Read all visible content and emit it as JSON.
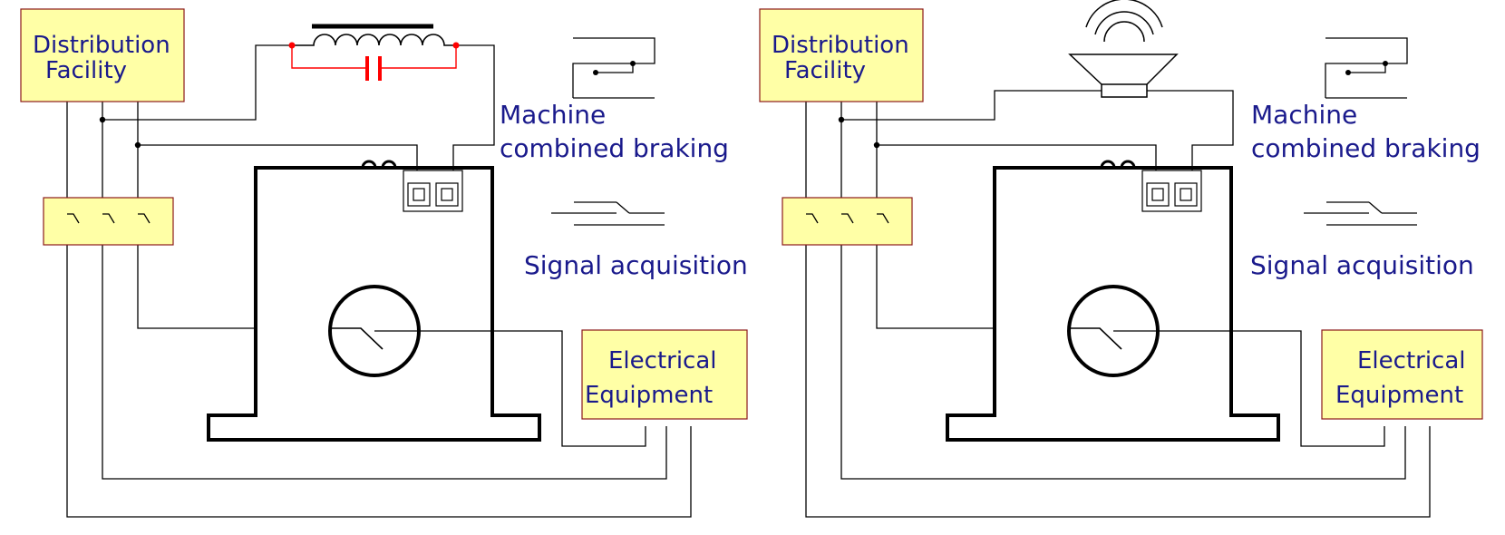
{
  "colors": {
    "box_fill": "#ffffa6",
    "box_stroke": "#8b1a1a",
    "text": "#1a1a8c",
    "wire": "#000000",
    "filter": "#ff0000"
  },
  "panels": [
    {
      "icon": "inductor-capacitor-filter-icon",
      "distribution": {
        "line1": "Distribution",
        "line2": "Facility"
      },
      "machine": {
        "line1": "Machine",
        "line2": "combined braking"
      },
      "signal": "Signal acquisition",
      "equipment": {
        "line1": "Electrical",
        "line2": "Equipment"
      }
    },
    {
      "icon": "speaker-icon",
      "distribution": {
        "line1": "Distribution",
        "line2": "Facility"
      },
      "machine": {
        "line1": "Machine",
        "line2": "combined braking"
      },
      "signal": "Signal acquisition",
      "equipment": {
        "line1": "Electrical",
        "line2": "Equipment"
      }
    }
  ]
}
